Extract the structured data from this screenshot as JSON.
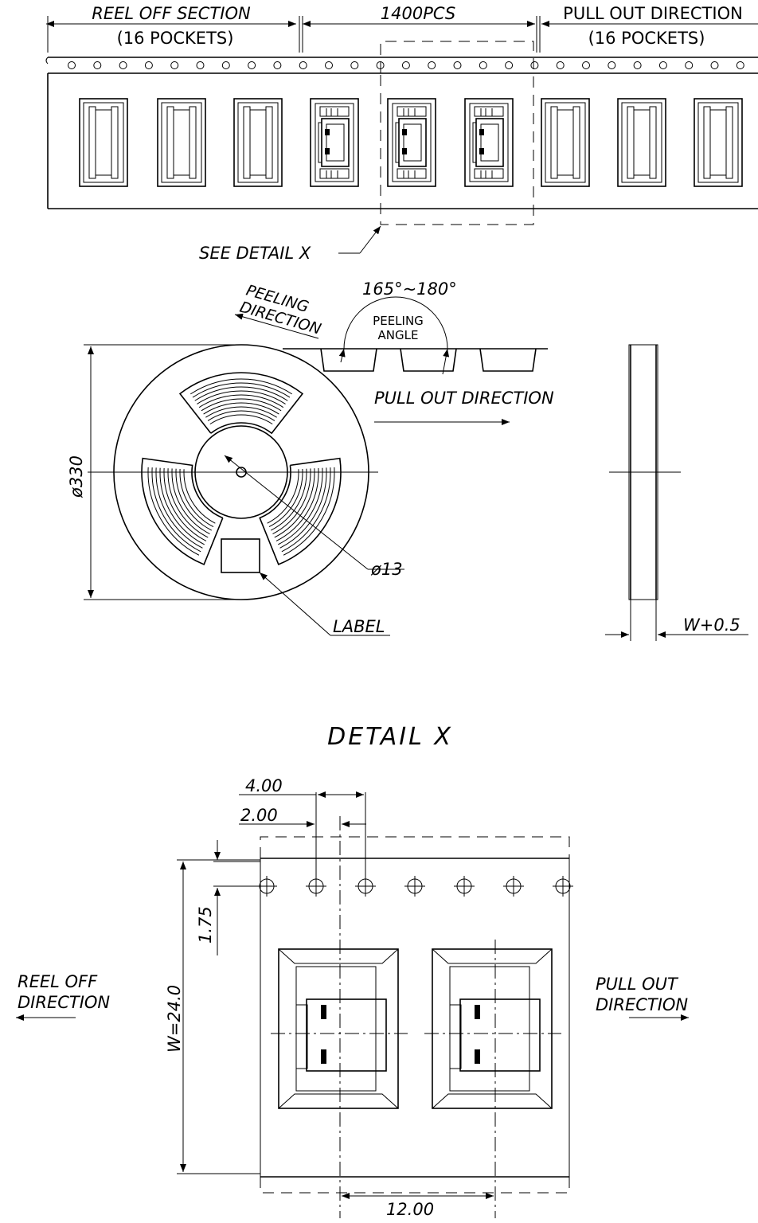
{
  "tape": {
    "reel_off_section": "REEL OFF SECTION",
    "reel_off_pockets": "(16 POCKETS)",
    "quantity": "1400PCS",
    "pull_out_direction": "PULL OUT DIRECTION",
    "pull_out_pockets": "(16 POCKETS)",
    "see_detail": "SEE DETAIL X"
  },
  "reel": {
    "peeling_direction_1": "PEELING",
    "peeling_direction_2": "DIRECTION",
    "peel_angle_range": "165°~180°",
    "peeling_angle_1": "PEELING",
    "peeling_angle_2": "ANGLE",
    "pull_out_direction": "PULL OUT DIRECTION",
    "diameter": "ø330",
    "hub_diameter": "ø13",
    "label": "LABEL",
    "width": "W+0.5"
  },
  "detail": {
    "title": "DETAIL X",
    "pitch_4": "4.00",
    "pitch_2": "2.00",
    "edge_1_75": "1.75",
    "tape_width": "W=24.0",
    "pocket_pitch": "12.00",
    "reel_off_1": "REEL OFF",
    "reel_off_2": "DIRECTION",
    "pull_out_1": "PULL OUT",
    "pull_out_2": "DIRECTION"
  }
}
